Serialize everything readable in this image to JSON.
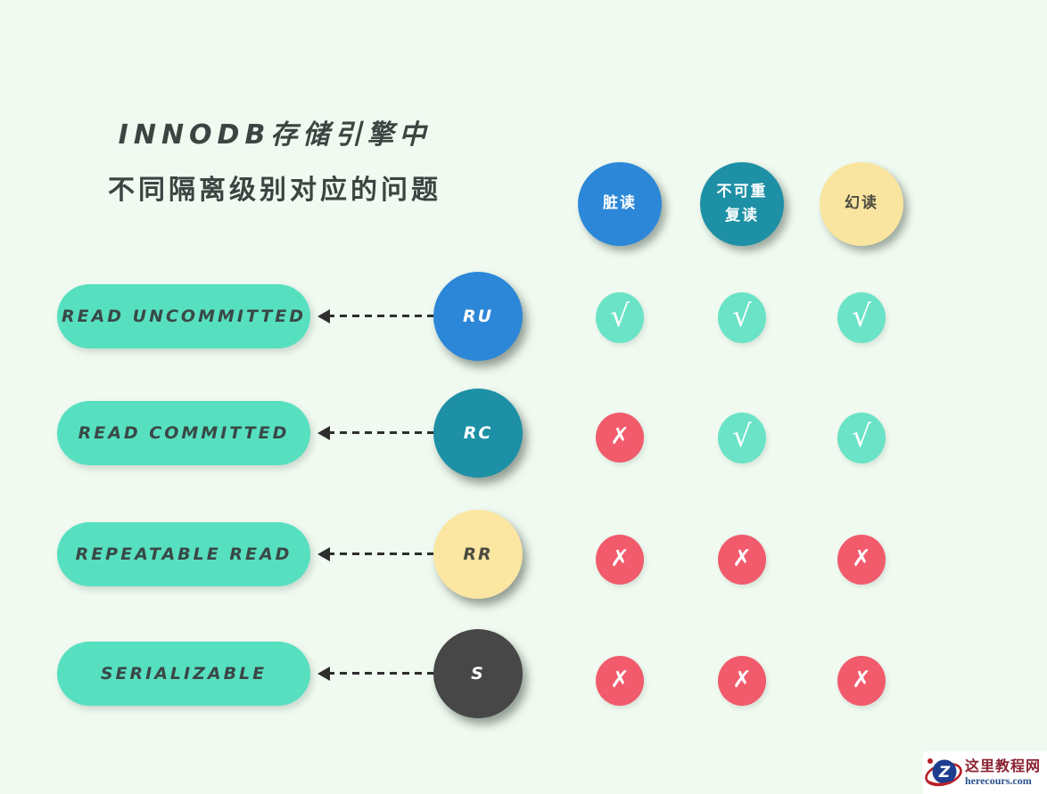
{
  "colors": {
    "background": "#f0faf0",
    "pill": "#57e0c0",
    "check": "#6ae3c6",
    "cross": "#f15b6c",
    "arrow": "#2e2e2e"
  },
  "title": {
    "line1": "INNODB存储引擎中",
    "line2": "不同隔离级别对应的问题"
  },
  "columns": [
    {
      "id": "dirty-read",
      "lines": [
        "脏读",
        ""
      ],
      "color": "#2c87d8",
      "text_color": "#ffffff"
    },
    {
      "id": "non-repeatable-read",
      "lines": [
        "不可重",
        "复读"
      ],
      "color": "#1d90a6",
      "text_color": "#ffffff"
    },
    {
      "id": "phantom-read",
      "lines": [
        "幻读",
        ""
      ],
      "color": "#fae5a0",
      "text_color": "#4c4c40"
    }
  ],
  "rows": [
    {
      "label": "READ UNCOMMITTED",
      "abbr": "RU",
      "circle_color": "#2c87d8",
      "abbr_color": "#ffffff",
      "marks": [
        {
          "type": "check",
          "symbol": "√",
          "color": "#6ae3c6"
        },
        {
          "type": "check",
          "symbol": "√",
          "color": "#6ae3c6"
        },
        {
          "type": "check",
          "symbol": "√",
          "color": "#6ae3c6"
        }
      ]
    },
    {
      "label": "READ COMMITTED",
      "abbr": "RC",
      "circle_color": "#1d90a6",
      "abbr_color": "#ffffff",
      "marks": [
        {
          "type": "cross",
          "symbol": "✗",
          "color": "#f15b6c"
        },
        {
          "type": "check",
          "symbol": "√",
          "color": "#6ae3c6"
        },
        {
          "type": "check",
          "symbol": "√",
          "color": "#6ae3c6"
        }
      ]
    },
    {
      "label": "REPEATABLE READ",
      "abbr": "RR",
      "circle_color": "#fbe6a2",
      "abbr_color": "#4c4c40",
      "marks": [
        {
          "type": "cross",
          "symbol": "✗",
          "color": "#f15b6c"
        },
        {
          "type": "cross",
          "symbol": "✗",
          "color": "#f15b6c"
        },
        {
          "type": "cross",
          "symbol": "✗",
          "color": "#f15b6c"
        }
      ]
    },
    {
      "label": "SERIALIZABLE",
      "abbr": "S",
      "circle_color": "#474747",
      "abbr_color": "#ffffff",
      "marks": [
        {
          "type": "cross",
          "symbol": "✗",
          "color": "#f15b6c"
        },
        {
          "type": "cross",
          "symbol": "✗",
          "color": "#f15b6c"
        },
        {
          "type": "cross",
          "symbol": "✗",
          "color": "#f15b6c"
        }
      ]
    }
  ],
  "watermark": {
    "site_name": "这里教程网",
    "site_url": "herecours.com",
    "logo_letter": "Z"
  }
}
